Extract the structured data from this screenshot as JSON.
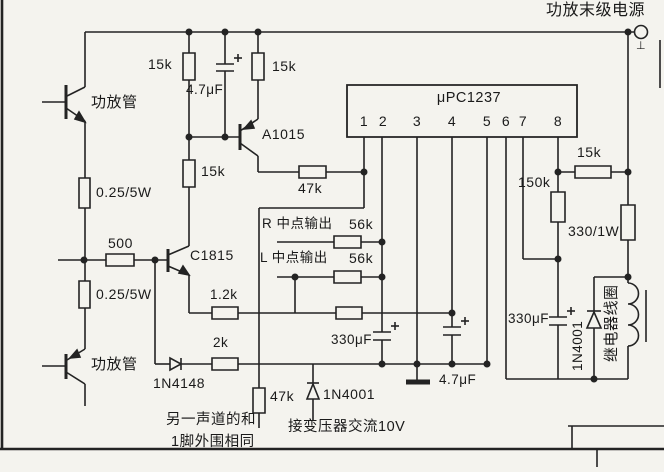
{
  "page": {
    "background": "#f4f3ee",
    "ink": "#222222"
  },
  "power": {
    "label": "功放末级电源",
    "terminal_mark": "⊥"
  },
  "ic": {
    "name": "μPC1237",
    "pins": [
      "1",
      "2",
      "3",
      "4",
      "5",
      "6",
      "7",
      "8"
    ]
  },
  "transistors": {
    "t1_label": "功放管",
    "t2_label": "功放管",
    "q_npn": "C1815",
    "q_pnp": "A1015"
  },
  "resistors": {
    "r15k_1": "15k",
    "r15k_2": "15k",
    "r15k_3": "15k",
    "r15k_4": "15k",
    "r025_1": "0.25/5W",
    "r025_2": "0.25/5W",
    "r500": "500",
    "r47k_1": "47k",
    "r47k_2": "47k",
    "r56k_1": "56k",
    "r56k_2": "56k",
    "r12k": "1.2k",
    "r2k": "2k",
    "r150k": "150k",
    "r330_1w": "330/1W"
  },
  "capacitors": {
    "c47u_1": "4.7μF",
    "c47u_2": "4.7μF",
    "c330u_1": "330μF",
    "c330u_2": "330μF"
  },
  "diodes": {
    "d1n4148": "1N4148",
    "d1n4001_bridge": "1N4001",
    "d1n4001_relay": "1N4001"
  },
  "inputs": {
    "r_mid": "R 中点输出",
    "l_mid": "L 中点输出",
    "ac_note": "接变压器交流10V"
  },
  "notes": {
    "other_channel_1": "另一声道的和",
    "other_channel_2": "1脚外围相同",
    "relay_coil": "继电器线圈"
  }
}
